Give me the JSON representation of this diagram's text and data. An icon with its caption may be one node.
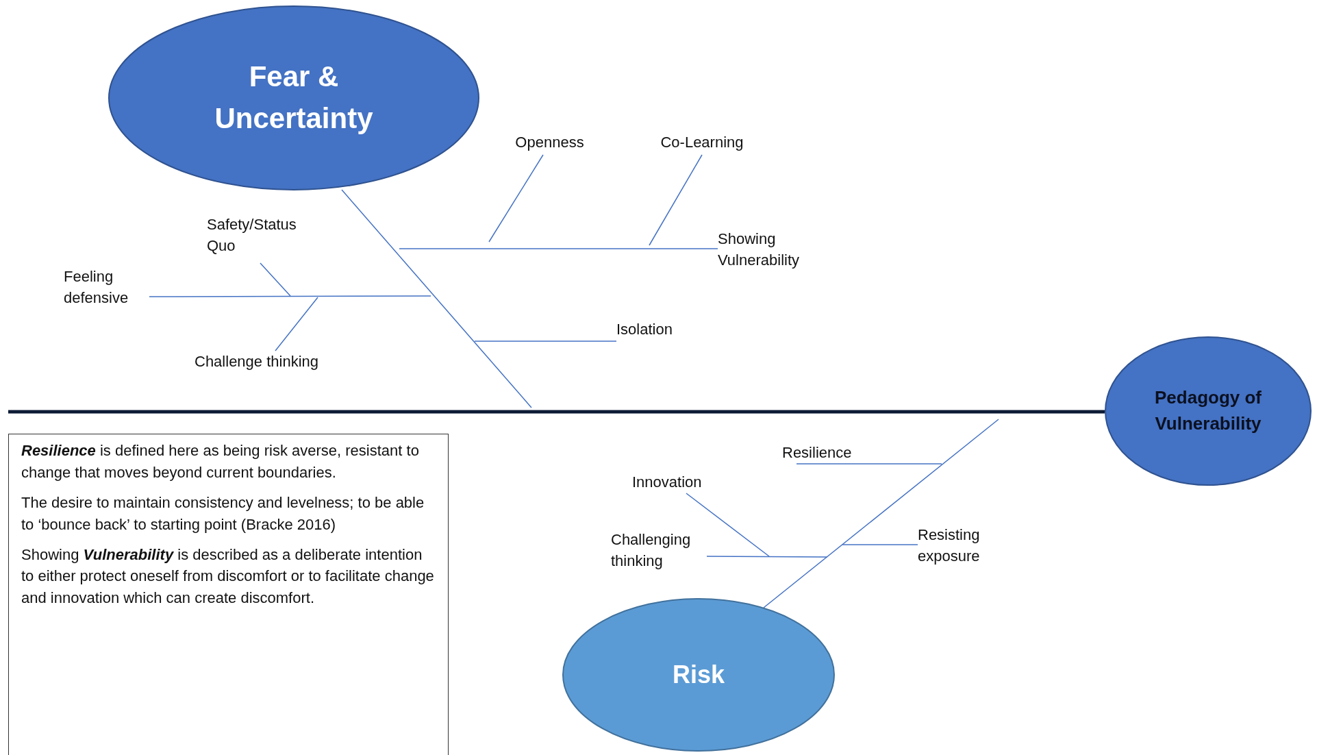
{
  "diagram": {
    "nodes": [
      {
        "text": [
          "Fear & Uncertainty"
        ]
      },
      {
        "text": [
          "Openness"
        ]
      },
      {
        "text": [
          "Co-Learning"
        ]
      },
      {
        "text": [
          "Safety/Status Quo"
        ]
      },
      {
        "text": [
          "Showing Vulnerability"
        ]
      },
      {
        "text": [
          "Feeling defensive"
        ]
      },
      {
        "text": [
          "Isolation"
        ]
      },
      {
        "text": [
          "Challenge thinking"
        ]
      },
      {
        "text": [
          "Pedagogy of Vulnerability"
        ]
      },
      {
        "text": [
          "**Resilience** is defined here as being risk averse, resistant to change that moves beyond current boundaries.",
          "The desire to maintain consistency and levelness; to be able to ‘bounce back’ to starting point (Bracke 2016)",
          "Showing **Vulnerability** is described as a deliberate intention to either protect oneself from discomfort or to facilitate change and innovation which can create discomfort."
        ]
      },
      {
        "text": [
          "Resilience"
        ]
      },
      {
        "text": [
          "Innovation"
        ]
      },
      {
        "text": [
          "Challenging thinking"
        ]
      },
      {
        "text": [
          "Resisting exposure"
        ]
      },
      {
        "text": [
          "Risk"
        ]
      }
    ],
    "edges": [
      {
        "from": 0,
        "to": null,
        "arrow": "none"
      },
      {
        "from": 1,
        "to": null,
        "arrow": "none"
      },
      {
        "from": 2,
        "to": null,
        "arrow": "none"
      },
      {
        "from": 3,
        "to": null,
        "arrow": "none"
      },
      {
        "from": 4,
        "to": null,
        "arrow": "none"
      },
      {
        "from": 5,
        "to": null,
        "arrow": "none"
      },
      {
        "from": 6,
        "to": null,
        "arrow": "none"
      },
      {
        "from": 7,
        "to": null,
        "arrow": "none"
      },
      {
        "from": null,
        "to": 8,
        "arrow": "none",
        "style": "thick",
        "color": "#0d1b36"
      },
      {
        "from": 14,
        "to": null,
        "arrow": "none"
      },
      {
        "from": 10,
        "to": null,
        "arrow": "none"
      },
      {
        "from": 11,
        "to": null,
        "arrow": "none"
      },
      {
        "from": 12,
        "to": null,
        "arrow": "none"
      },
      {
        "from": 13,
        "to": null,
        "arrow": "none"
      }
    ]
  }
}
